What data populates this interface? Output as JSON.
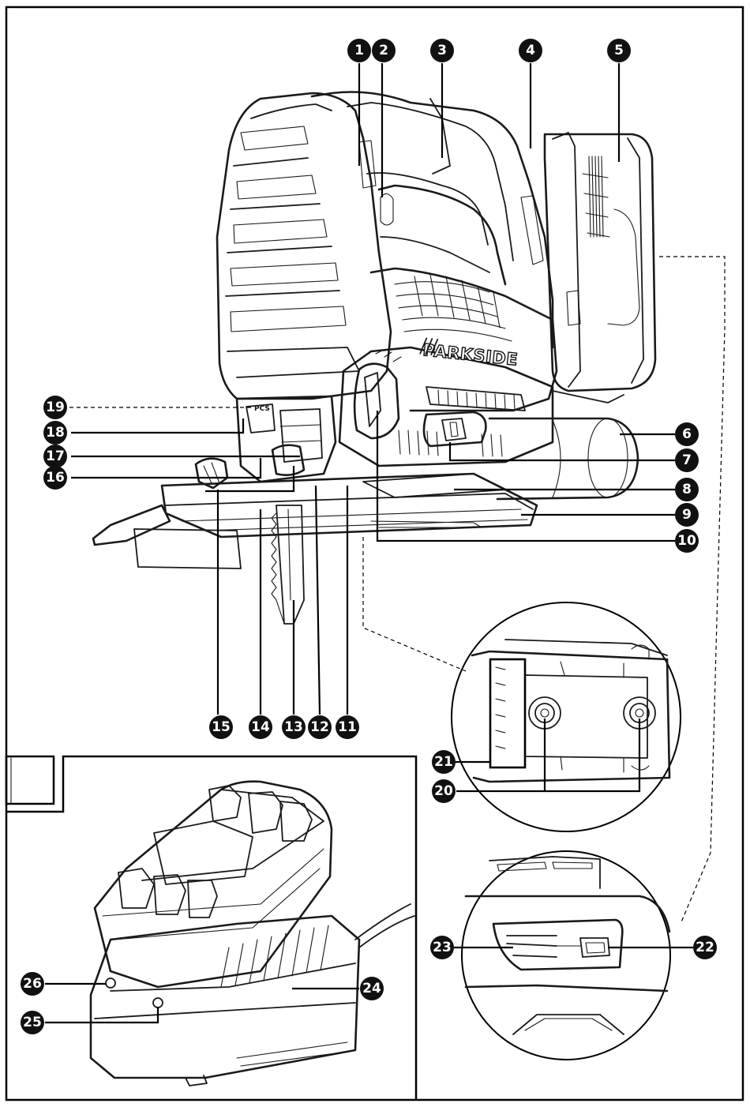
{
  "brand_label": "PARKSIDE",
  "blade_guard_label": "PCS",
  "callouts": [
    {
      "id": "c1",
      "label": "1"
    },
    {
      "id": "c2",
      "label": "2"
    },
    {
      "id": "c3",
      "label": "3"
    },
    {
      "id": "c4",
      "label": "4"
    },
    {
      "id": "c5",
      "label": "5"
    },
    {
      "id": "c6",
      "label": "6"
    },
    {
      "id": "c7",
      "label": "7"
    },
    {
      "id": "c8",
      "label": "8"
    },
    {
      "id": "c9",
      "label": "9"
    },
    {
      "id": "c10",
      "label": "10"
    },
    {
      "id": "c11",
      "label": "11"
    },
    {
      "id": "c12",
      "label": "12"
    },
    {
      "id": "c13",
      "label": "13"
    },
    {
      "id": "c14",
      "label": "14"
    },
    {
      "id": "c15",
      "label": "15"
    },
    {
      "id": "c16",
      "label": "16"
    },
    {
      "id": "c17",
      "label": "17"
    },
    {
      "id": "c18",
      "label": "18"
    },
    {
      "id": "c19",
      "label": "19"
    },
    {
      "id": "c20",
      "label": "20"
    },
    {
      "id": "c21",
      "label": "21"
    },
    {
      "id": "c22",
      "label": "22"
    },
    {
      "id": "c23",
      "label": "23"
    },
    {
      "id": "c24",
      "label": "24"
    },
    {
      "id": "c25",
      "label": "25"
    },
    {
      "id": "c26",
      "label": "26"
    }
  ]
}
